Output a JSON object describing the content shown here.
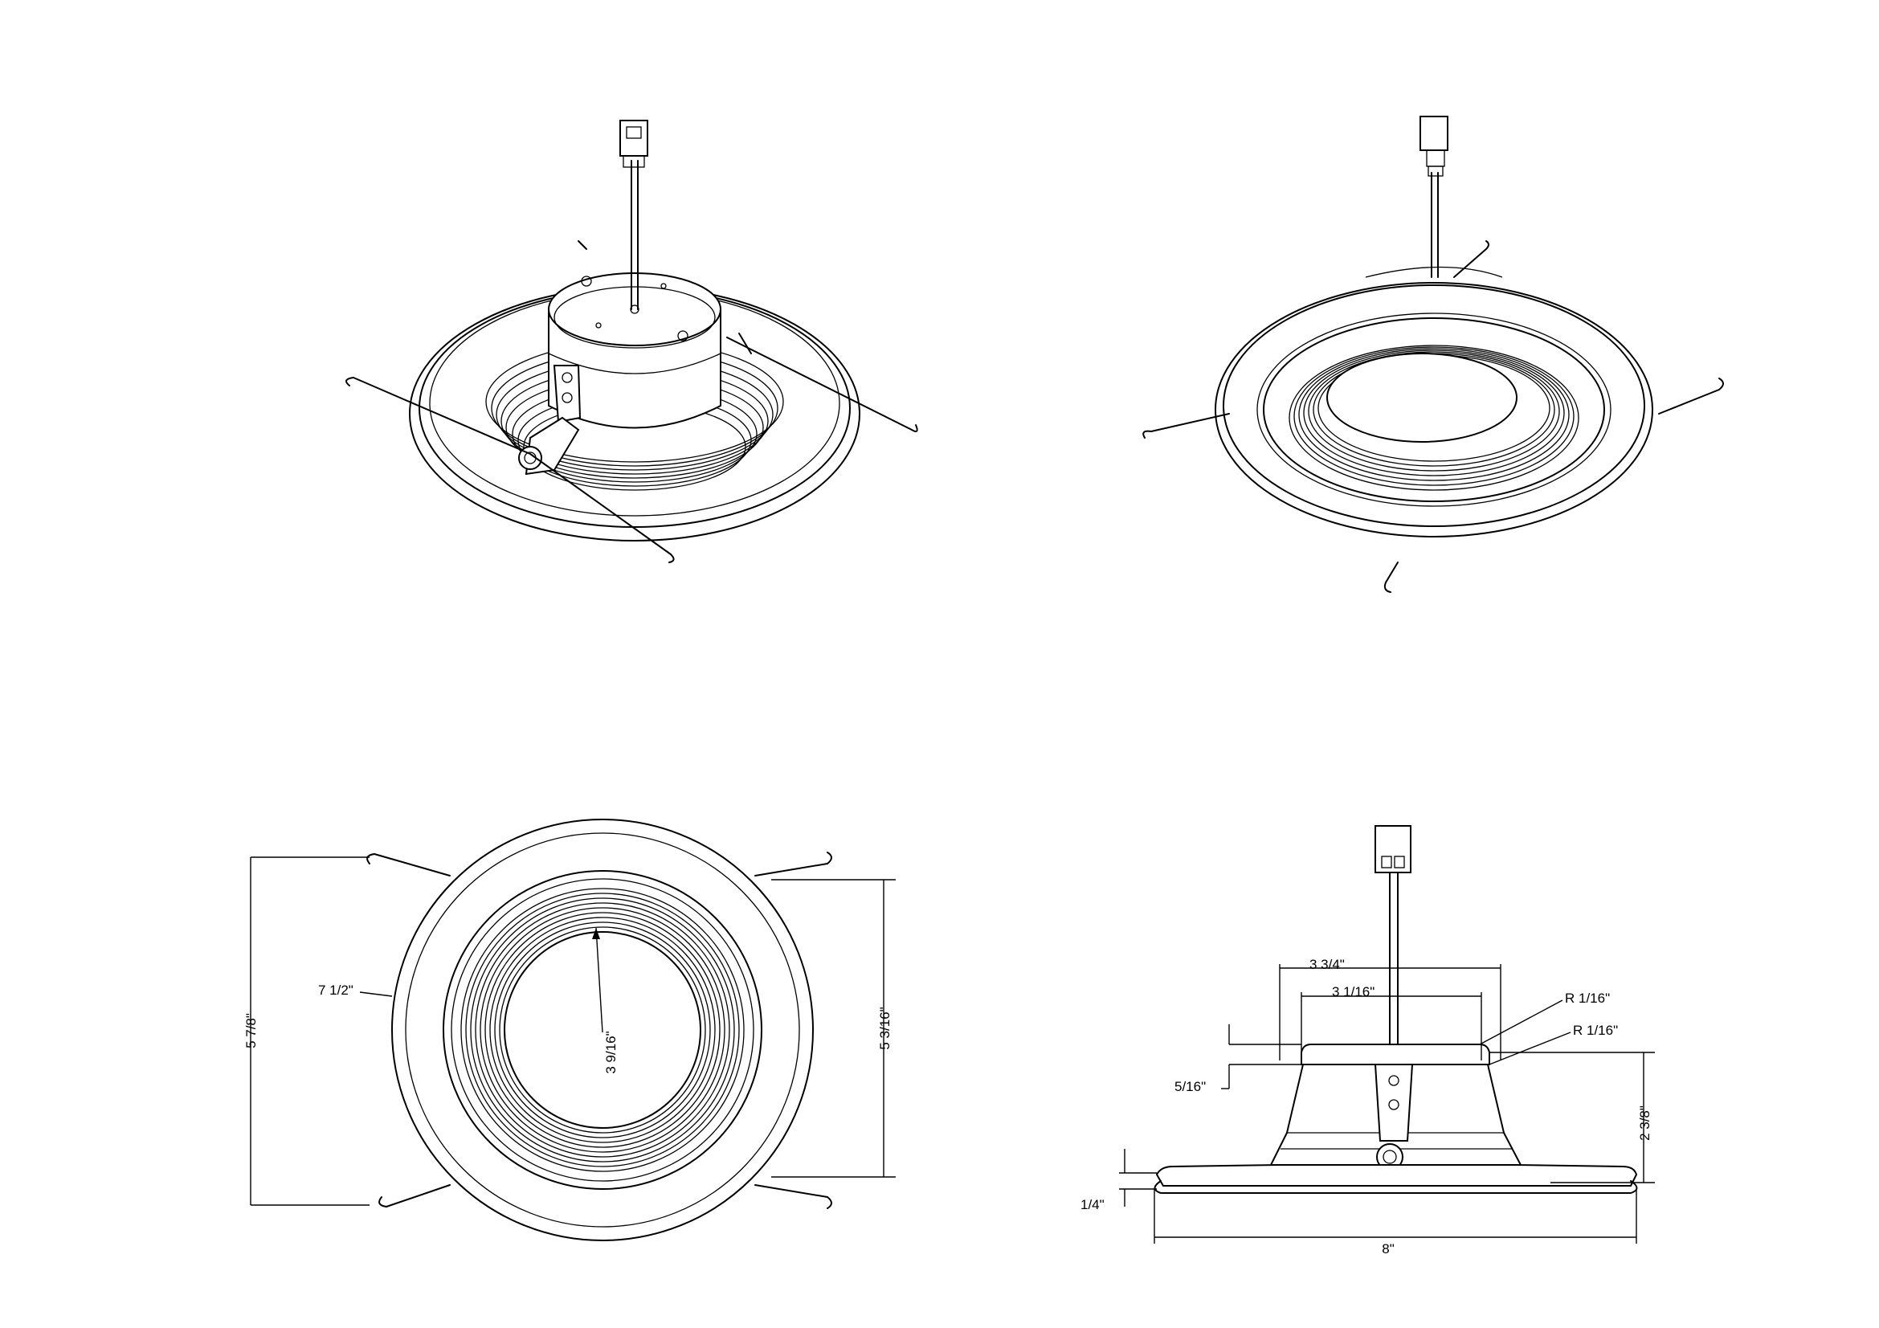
{
  "views": {
    "top_left": "isometric-top-view",
    "top_right": "isometric-bottom-view",
    "bottom_left": "front-view",
    "bottom_right": "side-view"
  },
  "dimensions": {
    "overall_height_left": "5 7/8\"",
    "trim_diameter": "7 1/2\"",
    "inner_aperture": "3 9/16\"",
    "spring_span": "5 3/16\"",
    "top_outer": "3 3/4\"",
    "top_inner": "3 1/16\"",
    "radius_a": "R 1/16\"",
    "radius_b": "R 1/16\"",
    "collar_height": "5/16\"",
    "body_height": "2 3/8\"",
    "flange_thickness": "1/4\"",
    "overall_width": "8\""
  }
}
